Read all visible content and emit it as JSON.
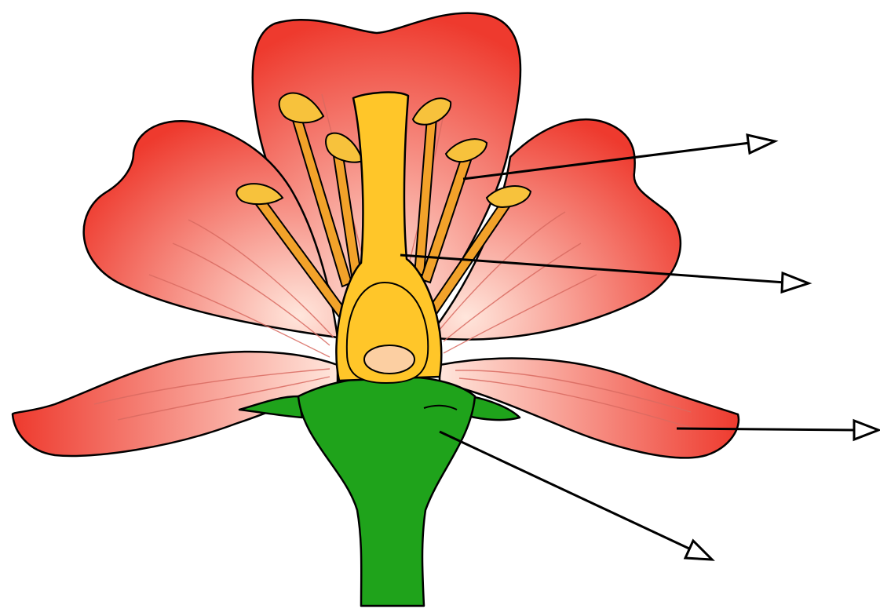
{
  "colors": {
    "petal_light": "#ffe6dc",
    "petal_dark": "#ee3a2e",
    "sepal": "#1fa31b",
    "style": "#ffc629",
    "stamen_filament": "#f2a22a",
    "anther": "#f7c23c",
    "ovule": "#fccfa2",
    "outline": "#000000",
    "background": "#ffffff"
  },
  "diagram": {
    "parts": [
      "petals",
      "stamens",
      "pistil",
      "ovary",
      "ovule",
      "sepals",
      "receptacle"
    ],
    "arrow_count": 4,
    "labels": []
  }
}
